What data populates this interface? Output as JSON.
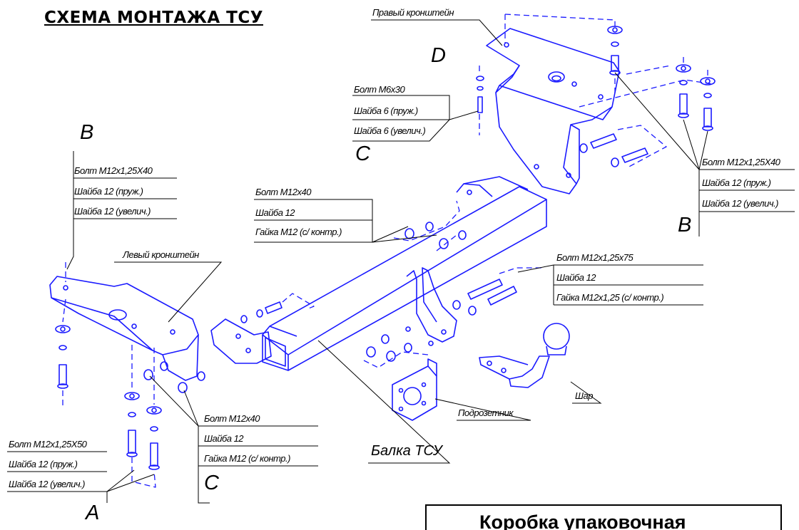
{
  "title": "СХЕМА МОНТАЖА ТСУ",
  "letters": {
    "D": "D",
    "B_left": "B",
    "B_right": "B",
    "C_top": "C",
    "C_bottom": "C",
    "A": "A"
  },
  "labels": {
    "right_bracket": "Правый кронштейн",
    "left_bracket": "Левый кронштейн",
    "beam": "Балка ТСУ",
    "socket": "Подрозетник",
    "ball": "Шар"
  },
  "callouts": {
    "D": [
      "Болт М6х30",
      "Шайба 6 (пруж.)",
      "Шайба 6 (увелич.)"
    ],
    "B_left": [
      "Болт М12х1,25Х40",
      "Шайба 12 (пруж.)",
      "Шайба 12 (увелич.)"
    ],
    "C_top": [
      "Болт М12х40",
      "Шайба 12",
      "Гайка М12 (с/ контр.)"
    ],
    "B_right": [
      "Болт М12х1,25Х40",
      "Шайба 12 (пруж.)",
      "Шайба 12 (увелич.)"
    ],
    "center": [
      "Болт М12х1,25х75",
      "Шайба 12",
      "Гайка М12х1,25 (с/ контр.)"
    ],
    "C_bottom": [
      "Болт М12х40",
      "Шайба 12",
      "Гайка М12 (с/ контр.)"
    ],
    "A": [
      "Болт М12х1,25Х50",
      "Шайба 12 (пруж.)",
      "Шайба 12 (увелич.)"
    ]
  },
  "box_title": "Коробка упаковочная",
  "colors": {
    "drawing": "#1a1aff",
    "leader": "#000000"
  }
}
